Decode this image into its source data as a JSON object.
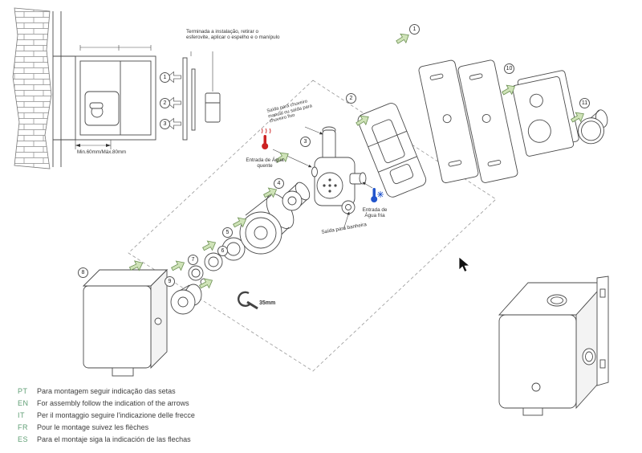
{
  "wall_detail": {
    "note": "Terminada a instalação, retirar o esferovite, aplicar o espelho e o manípulo",
    "dimension": "Min.60mm/Máx.80mm"
  },
  "exploded_view": {
    "labels": {
      "shower_outlet": "Saída para chuveiro manual ou saída para chuveiro fixo",
      "hot_inlet": "Entrada de Água quente",
      "cold_inlet": "Entrada de Água fria",
      "bath_outlet": "Saída para banheira",
      "wrench_size": "35mm"
    },
    "callouts": [
      "1",
      "2",
      "3",
      "1",
      "2",
      "3",
      "4",
      "5",
      "6",
      "7",
      "8",
      "9",
      "10",
      "11"
    ]
  },
  "instructions": [
    {
      "lang": "PT",
      "text": "Para montagem seguir indicação das setas"
    },
    {
      "lang": "EN",
      "text": "For assembly follow the indication of the arrows"
    },
    {
      "lang": "IT",
      "text": "Per il montaggio seguire l'indicazione delle frecce"
    },
    {
      "lang": "FR",
      "text": "Pour le montage suivez les flèches"
    },
    {
      "lang": "ES",
      "text": "Para el montaje siga la indicación de las flechas"
    }
  ],
  "colors": {
    "line": "#4a4a4a",
    "accent_green": "#5f9e74",
    "arrow_fill": "#cfe3b8",
    "arrow_stroke": "#6b8f52",
    "hot": "#cc2222",
    "cold": "#2255cc"
  }
}
